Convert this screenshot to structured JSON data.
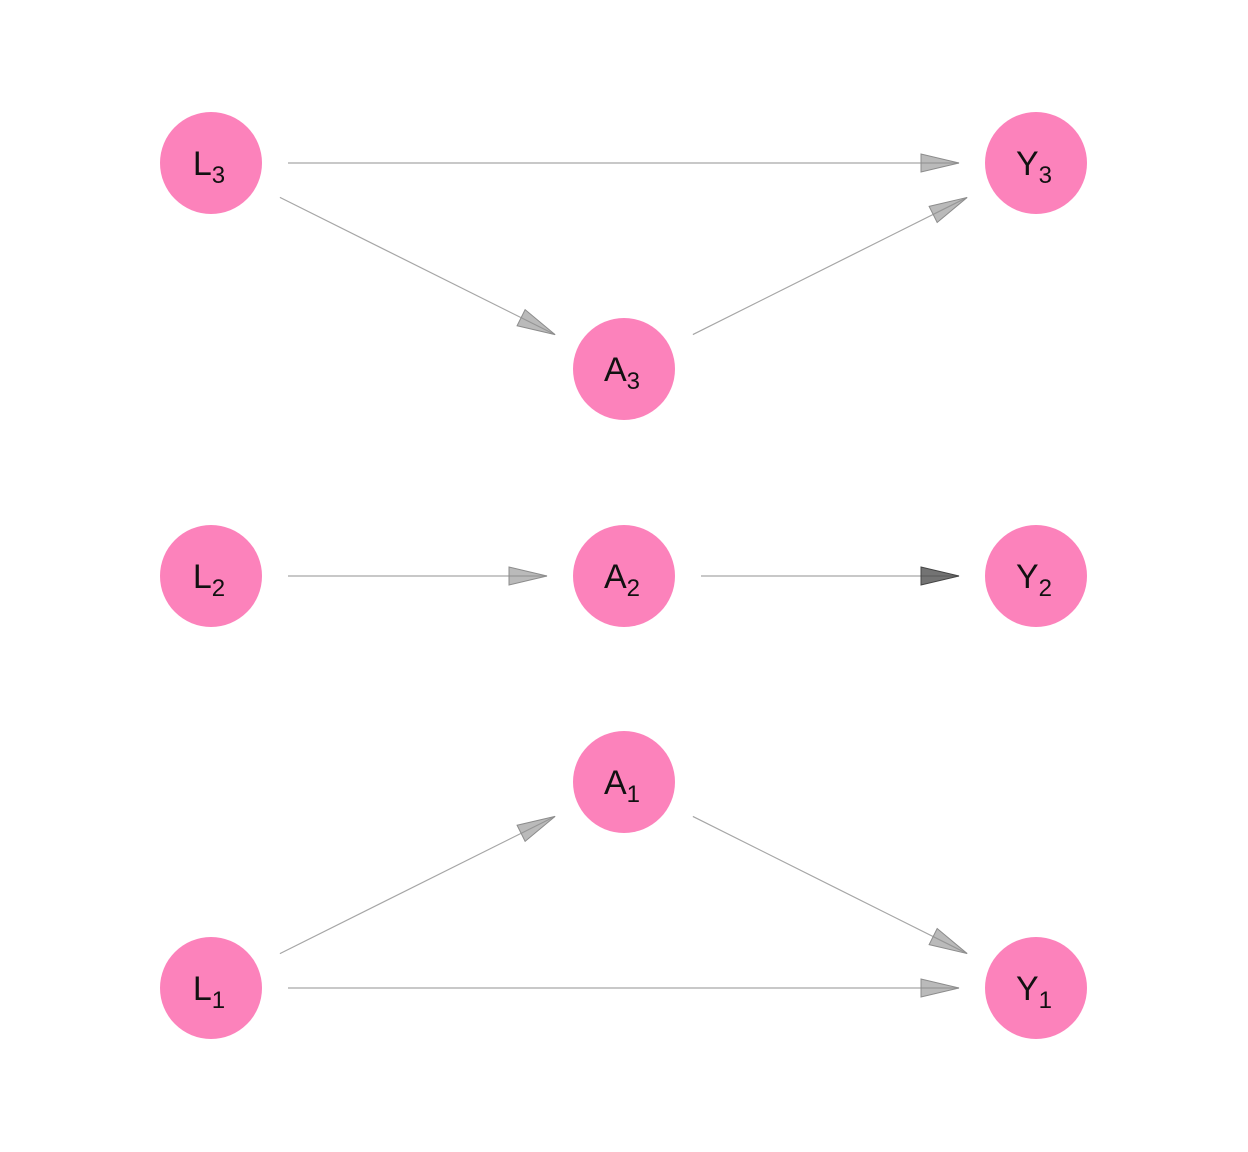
{
  "colors": {
    "node_fill": "#fc82bb",
    "edge": "#a6a6a6",
    "arrow": "#8c8c8c",
    "arrow_dark": "#444444",
    "label": "#111111"
  },
  "nodes": [
    {
      "id": "L3",
      "letter": "L",
      "sub": "3"
    },
    {
      "id": "A3",
      "letter": "A",
      "sub": "3"
    },
    {
      "id": "Y3",
      "letter": "Y",
      "sub": "3"
    },
    {
      "id": "L2",
      "letter": "L",
      "sub": "2"
    },
    {
      "id": "A2",
      "letter": "A",
      "sub": "2"
    },
    {
      "id": "Y2",
      "letter": "Y",
      "sub": "2"
    },
    {
      "id": "L1",
      "letter": "L",
      "sub": "1"
    },
    {
      "id": "A1",
      "letter": "A",
      "sub": "1"
    },
    {
      "id": "Y1",
      "letter": "Y",
      "sub": "1"
    }
  ],
  "edges": [
    {
      "from": "L3",
      "to": "Y3"
    },
    {
      "from": "L3",
      "to": "A3"
    },
    {
      "from": "A3",
      "to": "Y3"
    },
    {
      "from": "L2",
      "to": "A2"
    },
    {
      "from": "A2",
      "to": "Y2",
      "dark": true
    },
    {
      "from": "L1",
      "to": "A1"
    },
    {
      "from": "A1",
      "to": "Y1"
    },
    {
      "from": "L1",
      "to": "Y1"
    }
  ]
}
